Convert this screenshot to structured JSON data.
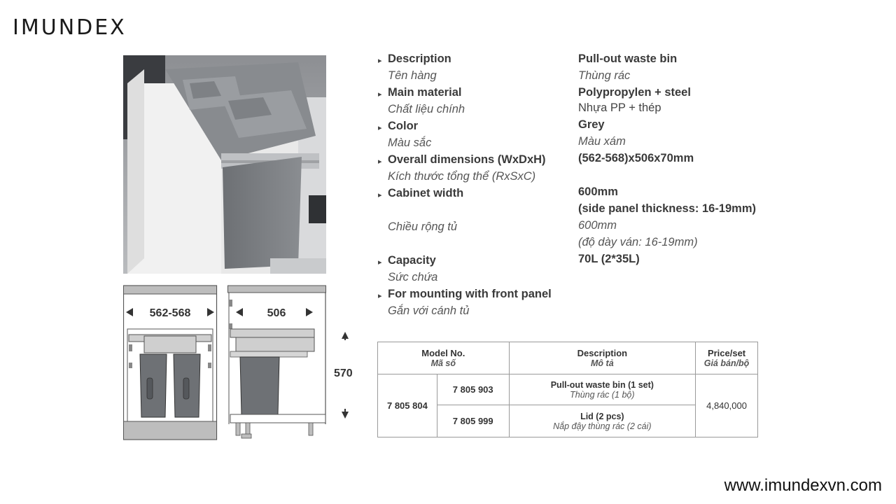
{
  "brand": {
    "logo": "IMUNDEX",
    "website": "www.imundexvn.com"
  },
  "drawings": {
    "width_dim": "562-568",
    "depth_dim": "506",
    "height_dim": "570"
  },
  "specs": [
    {
      "label_en": "Description",
      "label_vi": "Tên hàng",
      "value_en": "Pull-out waste bin",
      "value_vi": "Thùng rác"
    },
    {
      "label_en": "Main material",
      "label_vi": "Chất liệu chính",
      "value_en": "Polypropylen + steel",
      "value_vi": "Nhựa PP + thép"
    },
    {
      "label_en": "Color",
      "label_vi": "Màu sắc",
      "value_en": "Grey",
      "value_vi": "Màu xám"
    },
    {
      "label_en": "Overall dimensions (WxDxH)",
      "label_vi": "Kích thước tổng thể (RxSxC)",
      "value_en": "(562-568)x506x70mm"
    },
    {
      "label_en": "Cabinet width",
      "label_vi": "Chiều rộng tủ",
      "value_en_1": "600mm",
      "value_en_2": "(side panel thickness: 16-19mm)",
      "value_vi_1": "600mm",
      "value_vi_2": "(độ dày ván: 16-19mm)"
    },
    {
      "label_en": "Capacity",
      "label_vi": "Sức chứa",
      "value_en": "70L (2*35L)"
    },
    {
      "label_en": "For mounting with front panel",
      "label_vi": "Gắn với cánh tủ"
    }
  ],
  "table": {
    "headers": [
      {
        "en": "Model No.",
        "vi": "Mã số"
      },
      {
        "en": "Description",
        "vi": "Mô tả"
      },
      {
        "en": "Price/set",
        "vi": "Giá bán/bộ"
      }
    ],
    "model": "7 805 804",
    "rows": [
      {
        "code": "7 805 903",
        "desc_en": "Pull-out waste bin (1 set)",
        "desc_vi": "Thùng rác (1 bộ)"
      },
      {
        "code": "7 805 999",
        "desc_en": "Lid (2 pcs)",
        "desc_vi": "Nắp đậy thùng rác (2 cái)"
      }
    ],
    "price": "4,840,000"
  }
}
